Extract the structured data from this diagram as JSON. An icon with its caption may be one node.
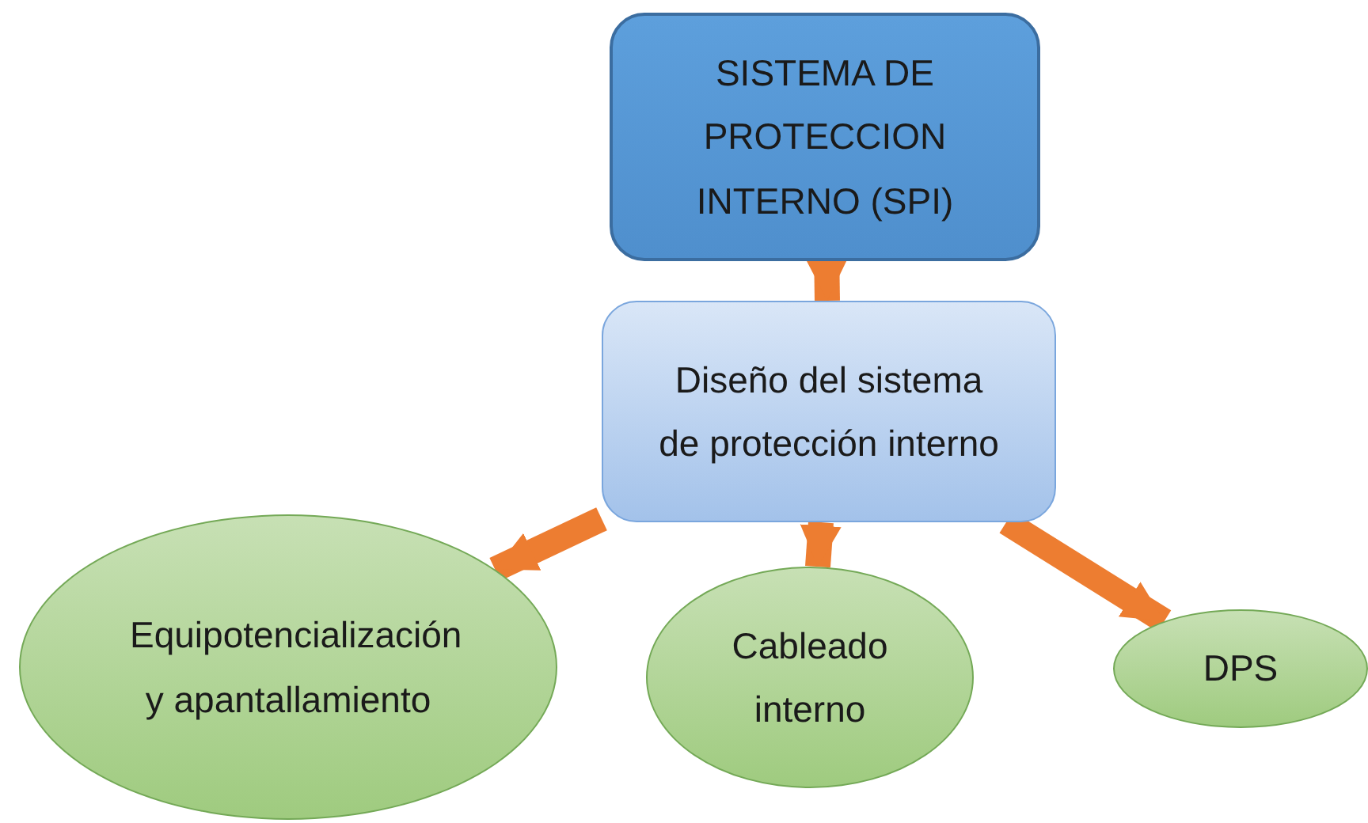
{
  "diagram": {
    "nodes": [
      {
        "text": [
          "SISTEMA DE PROTECCION INTERNO (SPI)"
        ]
      },
      {
        "text": [
          "Diseño del sistema de protección interno"
        ]
      },
      {
        "text": [
          "Equipotencialización y apantallamiento"
        ]
      },
      {
        "text": [
          "Cableado interno"
        ]
      },
      {
        "text": [
          "DPS"
        ]
      }
    ],
    "edges": [
      {
        "from": 0,
        "to": 1,
        "arrow": "to"
      },
      {
        "from": 1,
        "to": 2,
        "arrow": "to"
      },
      {
        "from": 1,
        "to": 3,
        "arrow": "to"
      },
      {
        "from": 1,
        "to": 4,
        "arrow": "to"
      }
    ]
  }
}
